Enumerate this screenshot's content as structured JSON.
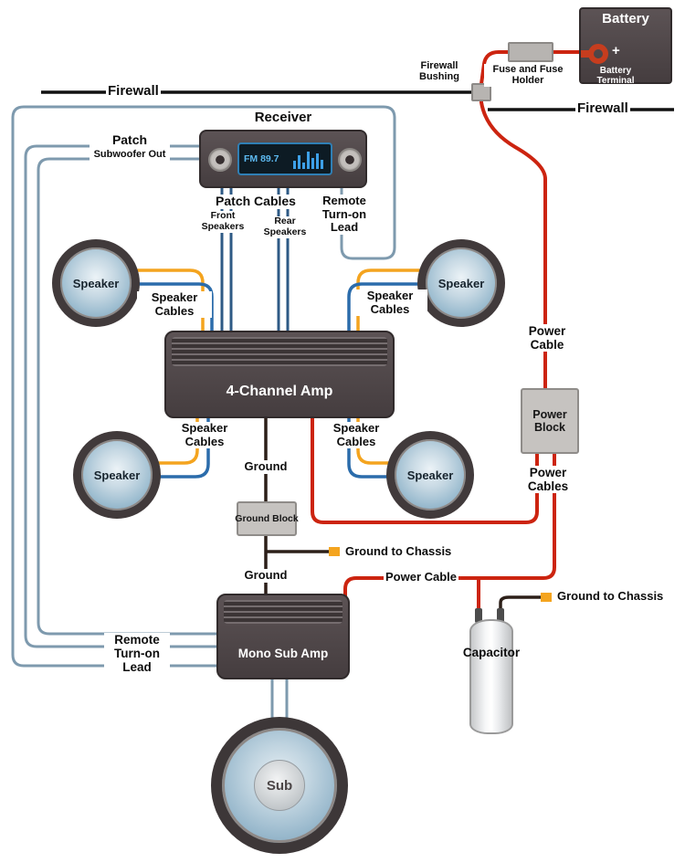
{
  "colors": {
    "power_cable": "#cc2410",
    "speaker_orange": "#f4a41f",
    "speaker_blue": "#2b6cab",
    "patch_cable": "#7e9aae",
    "patch_dark": "#2e5a85",
    "ground_wire": "#2c1f18",
    "firewall": "#111111",
    "box_dark": "#4e4547",
    "block_gray": "#c6c3c0",
    "display_text": "#5db9f0"
  },
  "battery": {
    "label": "Battery",
    "plus": "+",
    "terminal": "Battery Terminal"
  },
  "fuse": {
    "label": "Fuse and Fuse Holder"
  },
  "firewall": {
    "left": "Firewall",
    "right": "Firewall",
    "bushing": "Firewall Bushing"
  },
  "receiver": {
    "label": "Receiver",
    "display": "FM 89.7"
  },
  "patch_left": {
    "title": "Patch Cables",
    "subtitle": "Subwoofer Out"
  },
  "patch_center": {
    "title": "Patch Cables",
    "front": "Front Speakers",
    "rear": "Rear Speakers"
  },
  "remote": {
    "top": "Remote Turn-on Lead",
    "bottom": "Remote Turn-on Lead"
  },
  "speakers": {
    "front_left": "Speaker",
    "front_right": "Speaker",
    "rear_left": "Speaker",
    "rear_right": "Speaker"
  },
  "cables": {
    "front_left": "Speaker Cables",
    "front_right": "Speaker Cables",
    "rear_left": "Speaker Cables",
    "rear_right": "Speaker Cables"
  },
  "amps": {
    "four_channel": "4-Channel Amp",
    "mono_sub": "Mono Sub Amp"
  },
  "ground": {
    "upper": "Ground",
    "block": "Ground Block",
    "chassis_upper": "Ground to Chassis",
    "lower": "Ground",
    "chassis_lower": "Ground to Chassis"
  },
  "power": {
    "cable": "Power Cable",
    "block": "Power Block",
    "cables": "Power Cables",
    "cable_lower": "Power Cable"
  },
  "capacitor": {
    "label": "Capacitor"
  },
  "sub": {
    "label": "Sub"
  }
}
